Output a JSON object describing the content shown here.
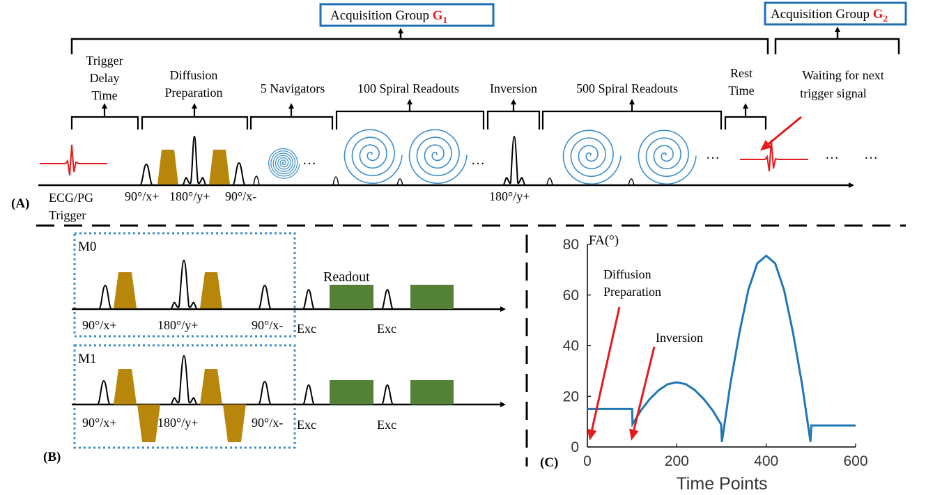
{
  "colors": {
    "ink": "#000000",
    "accent_red": "#e41a1c",
    "box_blue": "#1f6fb5",
    "spiral_blue": "#3c8dc8",
    "gradient_gold": "#b8860b",
    "readout_green": "#538135",
    "curve_blue": "#1f77b4"
  },
  "panel_a": {
    "tag": "(A)",
    "group1": {
      "prefix": "Acquisition Group ",
      "sym": "G",
      "sub": "1"
    },
    "group2": {
      "prefix": "Acquisition Group ",
      "sym": "G",
      "sub": "2"
    },
    "segments": {
      "trigger_delay": [
        "Trigger",
        "Delay",
        "Time"
      ],
      "diffusion_prep": [
        "Diffusion",
        "Preparation"
      ],
      "navigators": "5 Navigators",
      "spiral_100": "100 Spiral  Readouts",
      "inversion": "Inversion",
      "spiral_500": "500 Spiral  Readouts",
      "rest": [
        "Rest",
        "Time"
      ],
      "waiting": [
        "Waiting  for next",
        "trigger  signal"
      ]
    },
    "bottom_labels": {
      "ecg": [
        "ECG/PG",
        "Trigger"
      ],
      "p90x": "90°/x+",
      "p180y": "180°/y+",
      "p90xm": "90°/x-",
      "inv180": "180°/y+"
    },
    "ellipsis": "…",
    "trailing_ellipsis": [
      "…",
      "…"
    ]
  },
  "panel_b": {
    "tag": "(B)",
    "m0": {
      "title": "M0",
      "readout": "Readout",
      "labels": [
        "90°/x+",
        "180°/y+",
        "90°/x-",
        "Exc",
        "Exc"
      ]
    },
    "m1": {
      "title": "M1",
      "labels": [
        "90°/x+",
        "180°/y+",
        "90°/x-",
        "Exc",
        "Exc"
      ]
    }
  },
  "panel_c": {
    "tag": "(C)",
    "annotations": {
      "diffusion": [
        "Diffusion",
        "Preparation"
      ],
      "inversion": "Inversion"
    }
  },
  "chart_data": {
    "type": "line",
    "title": "",
    "xlabel": "Time Points",
    "ylabel": "FA(°)",
    "xlim": [
      0,
      600
    ],
    "ylim": [
      0,
      80
    ],
    "xticks": [
      0,
      200,
      400,
      600
    ],
    "yticks": [
      0,
      20,
      40,
      60,
      80
    ],
    "grid": false,
    "series": [
      {
        "x": [
          0,
          100,
          101,
          120,
          140,
          160,
          180,
          200,
          220,
          240,
          260,
          280,
          299,
          301,
          320,
          340,
          360,
          380,
          400,
          420,
          440,
          460,
          480,
          499,
          501,
          600
        ],
        "y": [
          15,
          15,
          9,
          14.5,
          19,
          22.5,
          24.8,
          25.5,
          24.8,
          22.5,
          19,
          14.5,
          9,
          2,
          25,
          45,
          62,
          72.5,
          75.5,
          72.5,
          62,
          45,
          25,
          2,
          8.5,
          8.5
        ]
      }
    ]
  }
}
